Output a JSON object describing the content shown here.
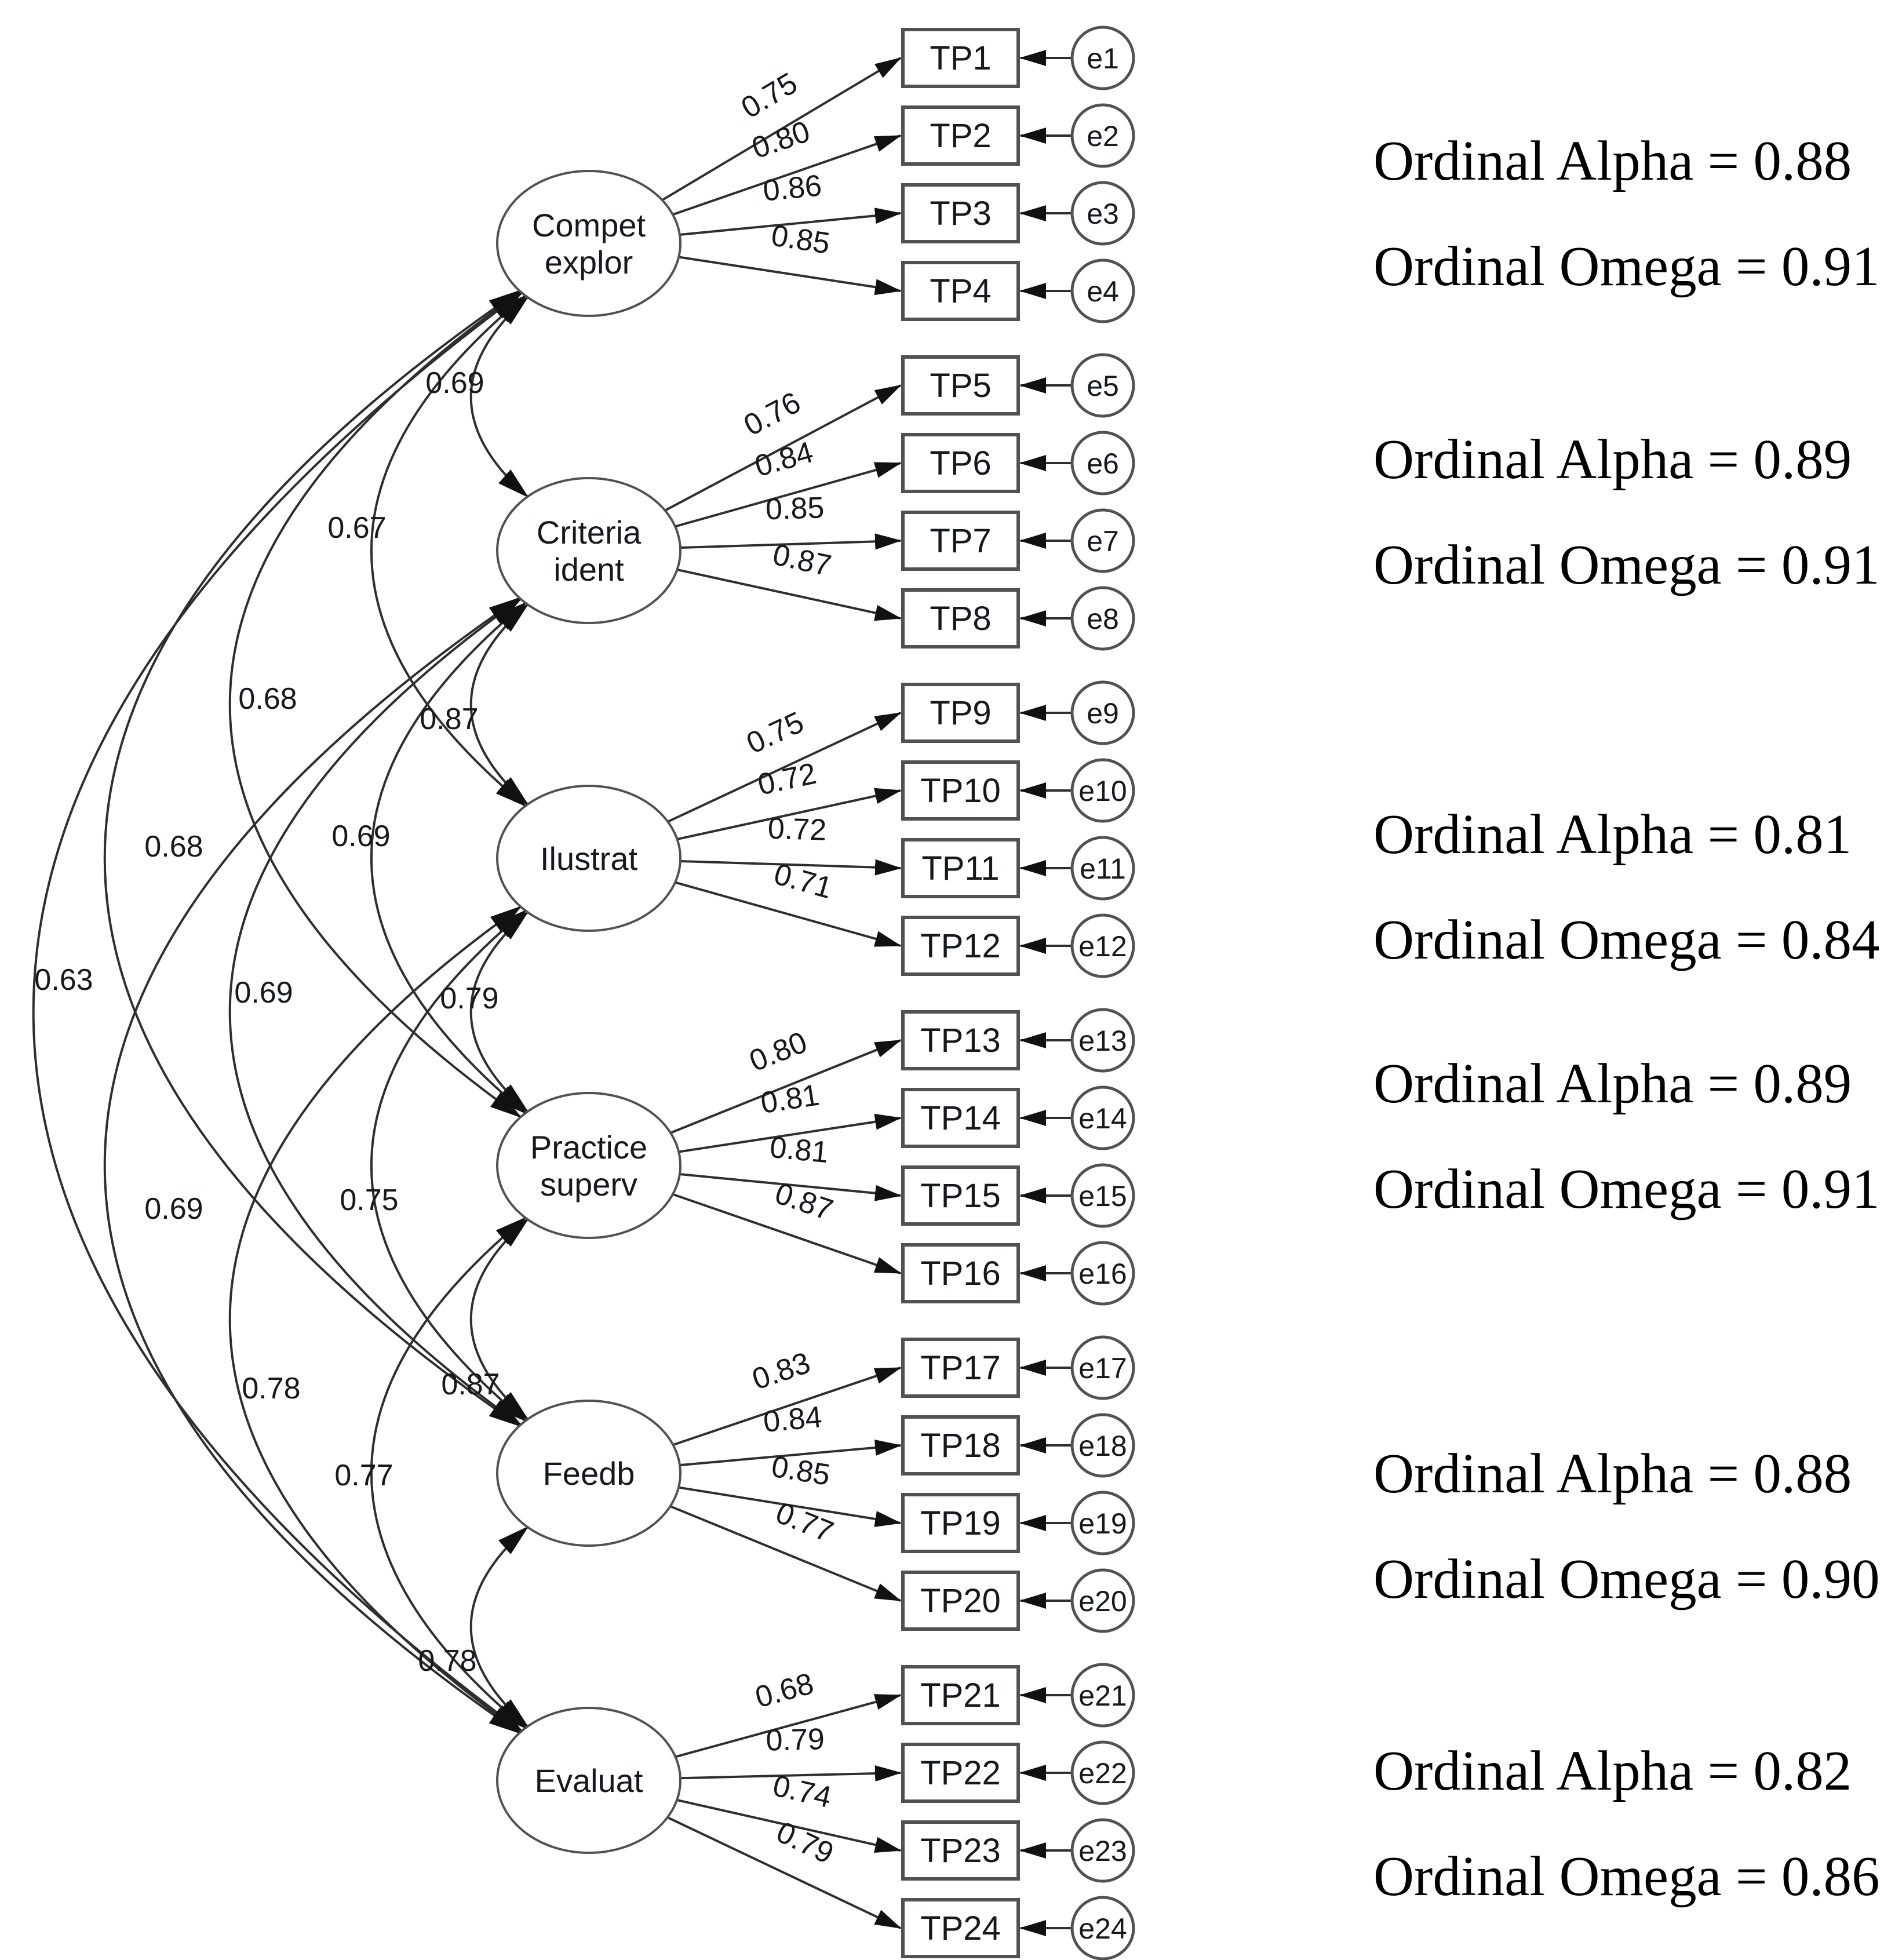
{
  "page": {
    "background": "#ffffff",
    "line_color": "#2e2e2e",
    "text_color": "#15181d"
  },
  "diagram": {
    "type": "cfa-path-diagram",
    "factors": [
      {
        "name": "Compet explor",
        "lines": [
          "Compet",
          "explor"
        ],
        "alpha": "0.88",
        "omega": "0.91",
        "indicators": [
          {
            "item": "TP1",
            "error": "e1",
            "loading": "0.75"
          },
          {
            "item": "TP2",
            "error": "e2",
            "loading": "0.80"
          },
          {
            "item": "TP3",
            "error": "e3",
            "loading": "0.86"
          },
          {
            "item": "TP4",
            "error": "e4",
            "loading": "0.85"
          }
        ]
      },
      {
        "name": "Criteria ident",
        "lines": [
          "Criteria",
          "ident"
        ],
        "alpha": "0.89",
        "omega": "0.91",
        "indicators": [
          {
            "item": "TP5",
            "error": "e5",
            "loading": "0.76"
          },
          {
            "item": "TP6",
            "error": "e6",
            "loading": "0.84"
          },
          {
            "item": "TP7",
            "error": "e7",
            "loading": "0.85"
          },
          {
            "item": "TP8",
            "error": "e8",
            "loading": "0.87"
          }
        ]
      },
      {
        "name": "Ilustrat",
        "lines": [
          "Ilustrat"
        ],
        "alpha": "0.81",
        "omega": "0.84",
        "indicators": [
          {
            "item": "TP9",
            "error": "e9",
            "loading": "0.75"
          },
          {
            "item": "TP10",
            "error": "e10",
            "loading": "0.72"
          },
          {
            "item": "TP11",
            "error": "e11",
            "loading": "0.72"
          },
          {
            "item": "TP12",
            "error": "e12",
            "loading": "0.71"
          }
        ]
      },
      {
        "name": "Practice superv",
        "lines": [
          "Practice",
          "superv"
        ],
        "alpha": "0.89",
        "omega": "0.91",
        "indicators": [
          {
            "item": "TP13",
            "error": "e13",
            "loading": "0.80"
          },
          {
            "item": "TP14",
            "error": "e14",
            "loading": "0.81"
          },
          {
            "item": "TP15",
            "error": "e15",
            "loading": "0.81"
          },
          {
            "item": "TP16",
            "error": "e16",
            "loading": "0.87"
          }
        ]
      },
      {
        "name": "Feedb",
        "lines": [
          "Feedb"
        ],
        "alpha": "0.88",
        "omega": "0.90",
        "indicators": [
          {
            "item": "TP17",
            "error": "e17",
            "loading": "0.83"
          },
          {
            "item": "TP18",
            "error": "e18",
            "loading": "0.84"
          },
          {
            "item": "TP19",
            "error": "e19",
            "loading": "0.85"
          },
          {
            "item": "TP20",
            "error": "e20",
            "loading": "0.77"
          }
        ]
      },
      {
        "name": "Evaluat",
        "lines": [
          "Evaluat"
        ],
        "alpha": "0.82",
        "omega": "0.86",
        "indicators": [
          {
            "item": "TP21",
            "error": "e21",
            "loading": "0.68"
          },
          {
            "item": "TP22",
            "error": "e22",
            "loading": "0.79"
          },
          {
            "item": "TP23",
            "error": "e23",
            "loading": "0.74"
          },
          {
            "item": "TP24",
            "error": "e24",
            "loading": "0.79"
          }
        ]
      }
    ],
    "correlations": [
      {
        "from": "Compet explor",
        "to": "Criteria ident",
        "value": "0.69"
      },
      {
        "from": "Compet explor",
        "to": "Ilustrat",
        "value": "0.67"
      },
      {
        "from": "Compet explor",
        "to": "Practice superv",
        "value": "0.68"
      },
      {
        "from": "Compet explor",
        "to": "Feedb",
        "value": "0.68"
      },
      {
        "from": "Compet explor",
        "to": "Evaluat",
        "value": "0.63"
      },
      {
        "from": "Criteria ident",
        "to": "Ilustrat",
        "value": "0.87"
      },
      {
        "from": "Criteria ident",
        "to": "Practice superv",
        "value": "0.69"
      },
      {
        "from": "Criteria ident",
        "to": "Feedb",
        "value": "0.69"
      },
      {
        "from": "Criteria ident",
        "to": "Evaluat",
        "value": "0.69"
      },
      {
        "from": "Ilustrat",
        "to": "Practice superv",
        "value": "0.79"
      },
      {
        "from": "Ilustrat",
        "to": "Feedb",
        "value": "0.75"
      },
      {
        "from": "Ilustrat",
        "to": "Evaluat",
        "value": "0.78"
      },
      {
        "from": "Practice superv",
        "to": "Feedb",
        "value": "0.87"
      },
      {
        "from": "Practice superv",
        "to": "Evaluat",
        "value": "0.77"
      },
      {
        "from": "Feedb",
        "to": "Evaluat",
        "value": "0.78"
      }
    ],
    "reliability": [
      {
        "factor": "Compet explor",
        "line1": "Ordinal Alpha = 0.88",
        "line2": "Ordinal Omega = 0.91",
        "alpha": "0.88",
        "omega": "0.91"
      },
      {
        "factor": "Criteria ident",
        "line1": "Ordinal Alpha = 0.89",
        "line2": "Ordinal Omega = 0.91",
        "alpha": "0.89",
        "omega": "0.91"
      },
      {
        "factor": "Ilustrat",
        "line1": "Ordinal Alpha = 0.81",
        "line2": "Ordinal Omega = 0.84",
        "alpha": "0.81",
        "omega": "0.84"
      },
      {
        "factor": "Practice superv",
        "line1": "Ordinal Alpha = 0.89",
        "line2": "Ordinal Omega = 0.91",
        "alpha": "0.89",
        "omega": "0.91"
      },
      {
        "factor": "Feedb",
        "line1": "Ordinal Alpha = 0.88",
        "line2": "Ordinal Omega = 0.90",
        "alpha": "0.88",
        "omega": "0.90"
      },
      {
        "factor": "Evaluat",
        "line1": "Ordinal Alpha = 0.82",
        "line2": "Ordinal Omega = 0.86",
        "alpha": "0.82",
        "omega": "0.86"
      }
    ]
  }
}
